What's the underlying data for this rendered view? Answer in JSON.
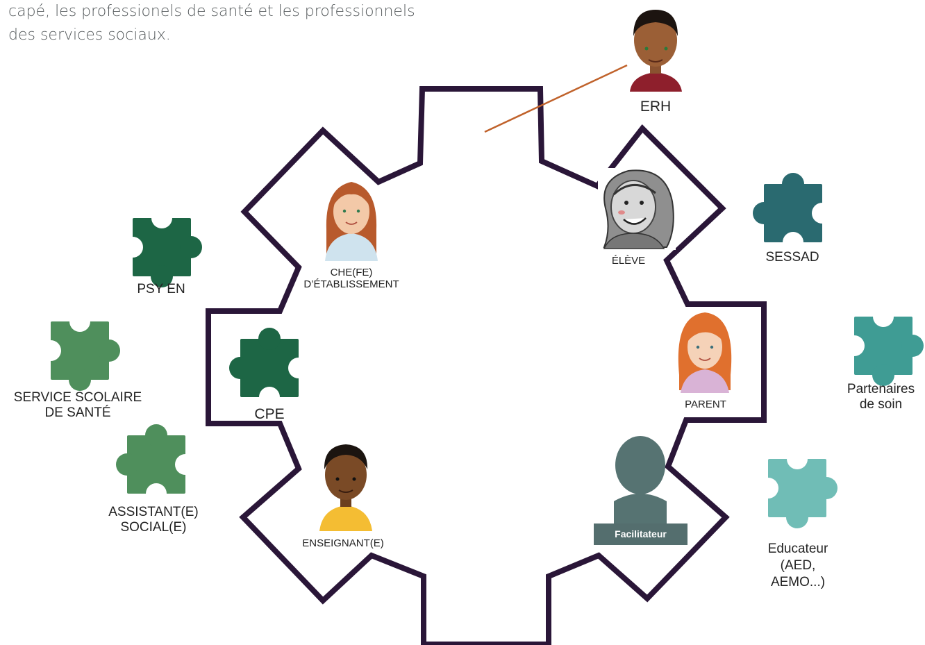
{
  "intro": {
    "line1": "capé, les professionels de santé et les professionnels",
    "line2": "des services sociaux."
  },
  "inner_roles": {
    "chef_line1": "CHE(FE)",
    "chef_line2": "D’ÉTABLISSEMENT",
    "eleve": "ÉLÈVE",
    "parent": "PARENT",
    "cpe": "CPE",
    "enseignant": "ENSEIGNANT(E)",
    "facilitateur": "Facilitateur"
  },
  "erh": "ERH",
  "outer_partners": {
    "psy_en": "PSY EN",
    "service_scolaire_line1": "SERVICE SCOLAIRE",
    "service_scolaire_line2": "DE SANTÉ",
    "assistant_line1": "ASSISTANT(E)",
    "assistant_line2": "SOCIAL(E)",
    "sessad": "SESSAD",
    "partenaires_line1": "Partenaires",
    "partenaires_line2": "de soin",
    "educateur_line1": "Educateur",
    "educateur_line2": "(AED,",
    "educateur_line3": "AEMO...)"
  },
  "colors": {
    "gear_outline": "#2a1638",
    "connector_line": "#c0622b",
    "puzzle_dark_green": "#1d6645",
    "puzzle_mid_green": "#4f8f5c",
    "puzzle_teal_dark": "#2a6a70",
    "puzzle_teal": "#3f9c94",
    "puzzle_teal_light": "#70bdb6",
    "facilitator_silhouette": "#567372"
  }
}
